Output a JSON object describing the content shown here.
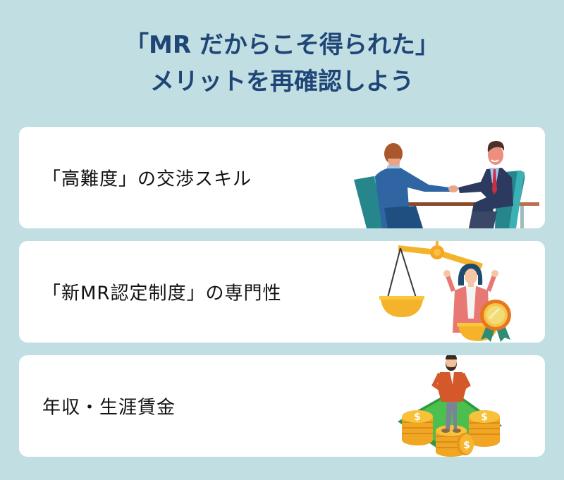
{
  "header": {
    "title_line1": "「MR だからこそ得られた」",
    "title_line2": "メリットを再確認しよう"
  },
  "cards": [
    {
      "label": "「高難度」の交渉スキル",
      "illustration": "handshake-illustration"
    },
    {
      "label": "「新MR認定制度」の専門性",
      "illustration": "scale-award-illustration"
    },
    {
      "label": "年収・生涯賃金",
      "illustration": "coins-money-illustration"
    }
  ],
  "colors": {
    "background": "#c1dfe2",
    "card": "#ffffff",
    "title": "#1f4577",
    "label": "#111111"
  }
}
